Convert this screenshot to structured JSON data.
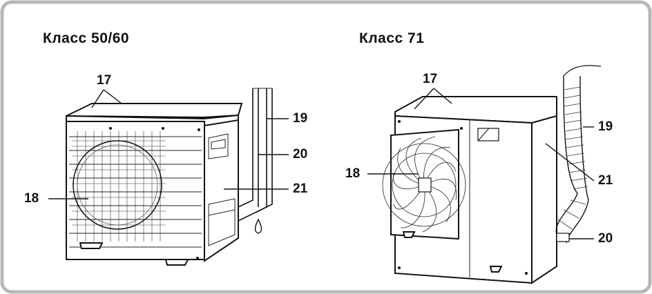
{
  "diagram": {
    "left_unit": {
      "title": "Класс 50/60",
      "labels": {
        "top_panel": "17",
        "front_grille": "18",
        "pipe_outer": "19",
        "pipe_inner": "20",
        "side_panel": "21"
      }
    },
    "right_unit": {
      "title": "Класс 71",
      "labels": {
        "top_panel": "17",
        "front_grille": "18",
        "pipe_outer": "19",
        "pipe_inner": "20",
        "side_panel": "21"
      }
    },
    "colors": {
      "frame_border": "#b8b8b8",
      "line": "#111111",
      "background": "#ffffff"
    }
  }
}
